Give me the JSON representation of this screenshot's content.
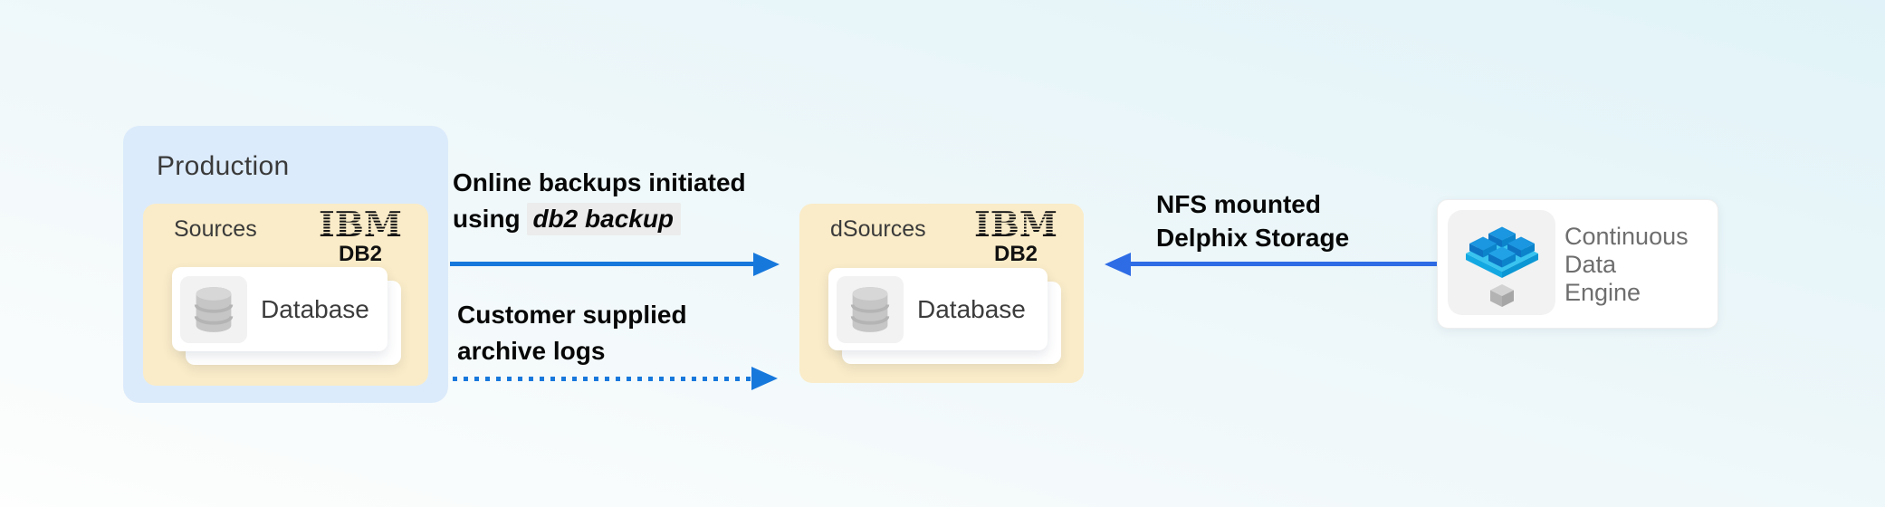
{
  "production": {
    "label": "Production",
    "sources": {
      "label": "Sources",
      "logo_main": "IBM",
      "logo_sub": "DB2",
      "database_label": "Database"
    }
  },
  "dsources": {
    "label": "dSources",
    "logo_main": "IBM",
    "logo_sub": "DB2",
    "database_label": "Database"
  },
  "engine": {
    "lines": [
      "Continuous",
      "Data",
      "Engine"
    ]
  },
  "arrows": {
    "online_backups": {
      "line1": "Online backups initiated",
      "line2_prefix": "using ",
      "line2_code": "db2 backup",
      "style": "solid",
      "direction": "right"
    },
    "archive_logs": {
      "line1": "Customer supplied",
      "line2": "archive logs",
      "style": "dotted",
      "direction": "right"
    },
    "nfs": {
      "line1": "NFS mounted",
      "line2": "Delphix Storage",
      "style": "solid",
      "direction": "left"
    }
  },
  "colors": {
    "background_tint": "#e1f3f8",
    "production_bg": "#dcebfb",
    "sources_bg": "#faecc8",
    "arrow_blue": "#1778dc",
    "nfs_arrow_blue": "#2e6ce6",
    "code_highlight_bg": "#ececec",
    "engine_text": "#6e6e6e",
    "card_bg": "#ffffff",
    "delphix_platform_blue": "#39c4f0",
    "delphix_cube_blue": "#1b96e0",
    "db_icon_gray": "#c6c6c6"
  }
}
